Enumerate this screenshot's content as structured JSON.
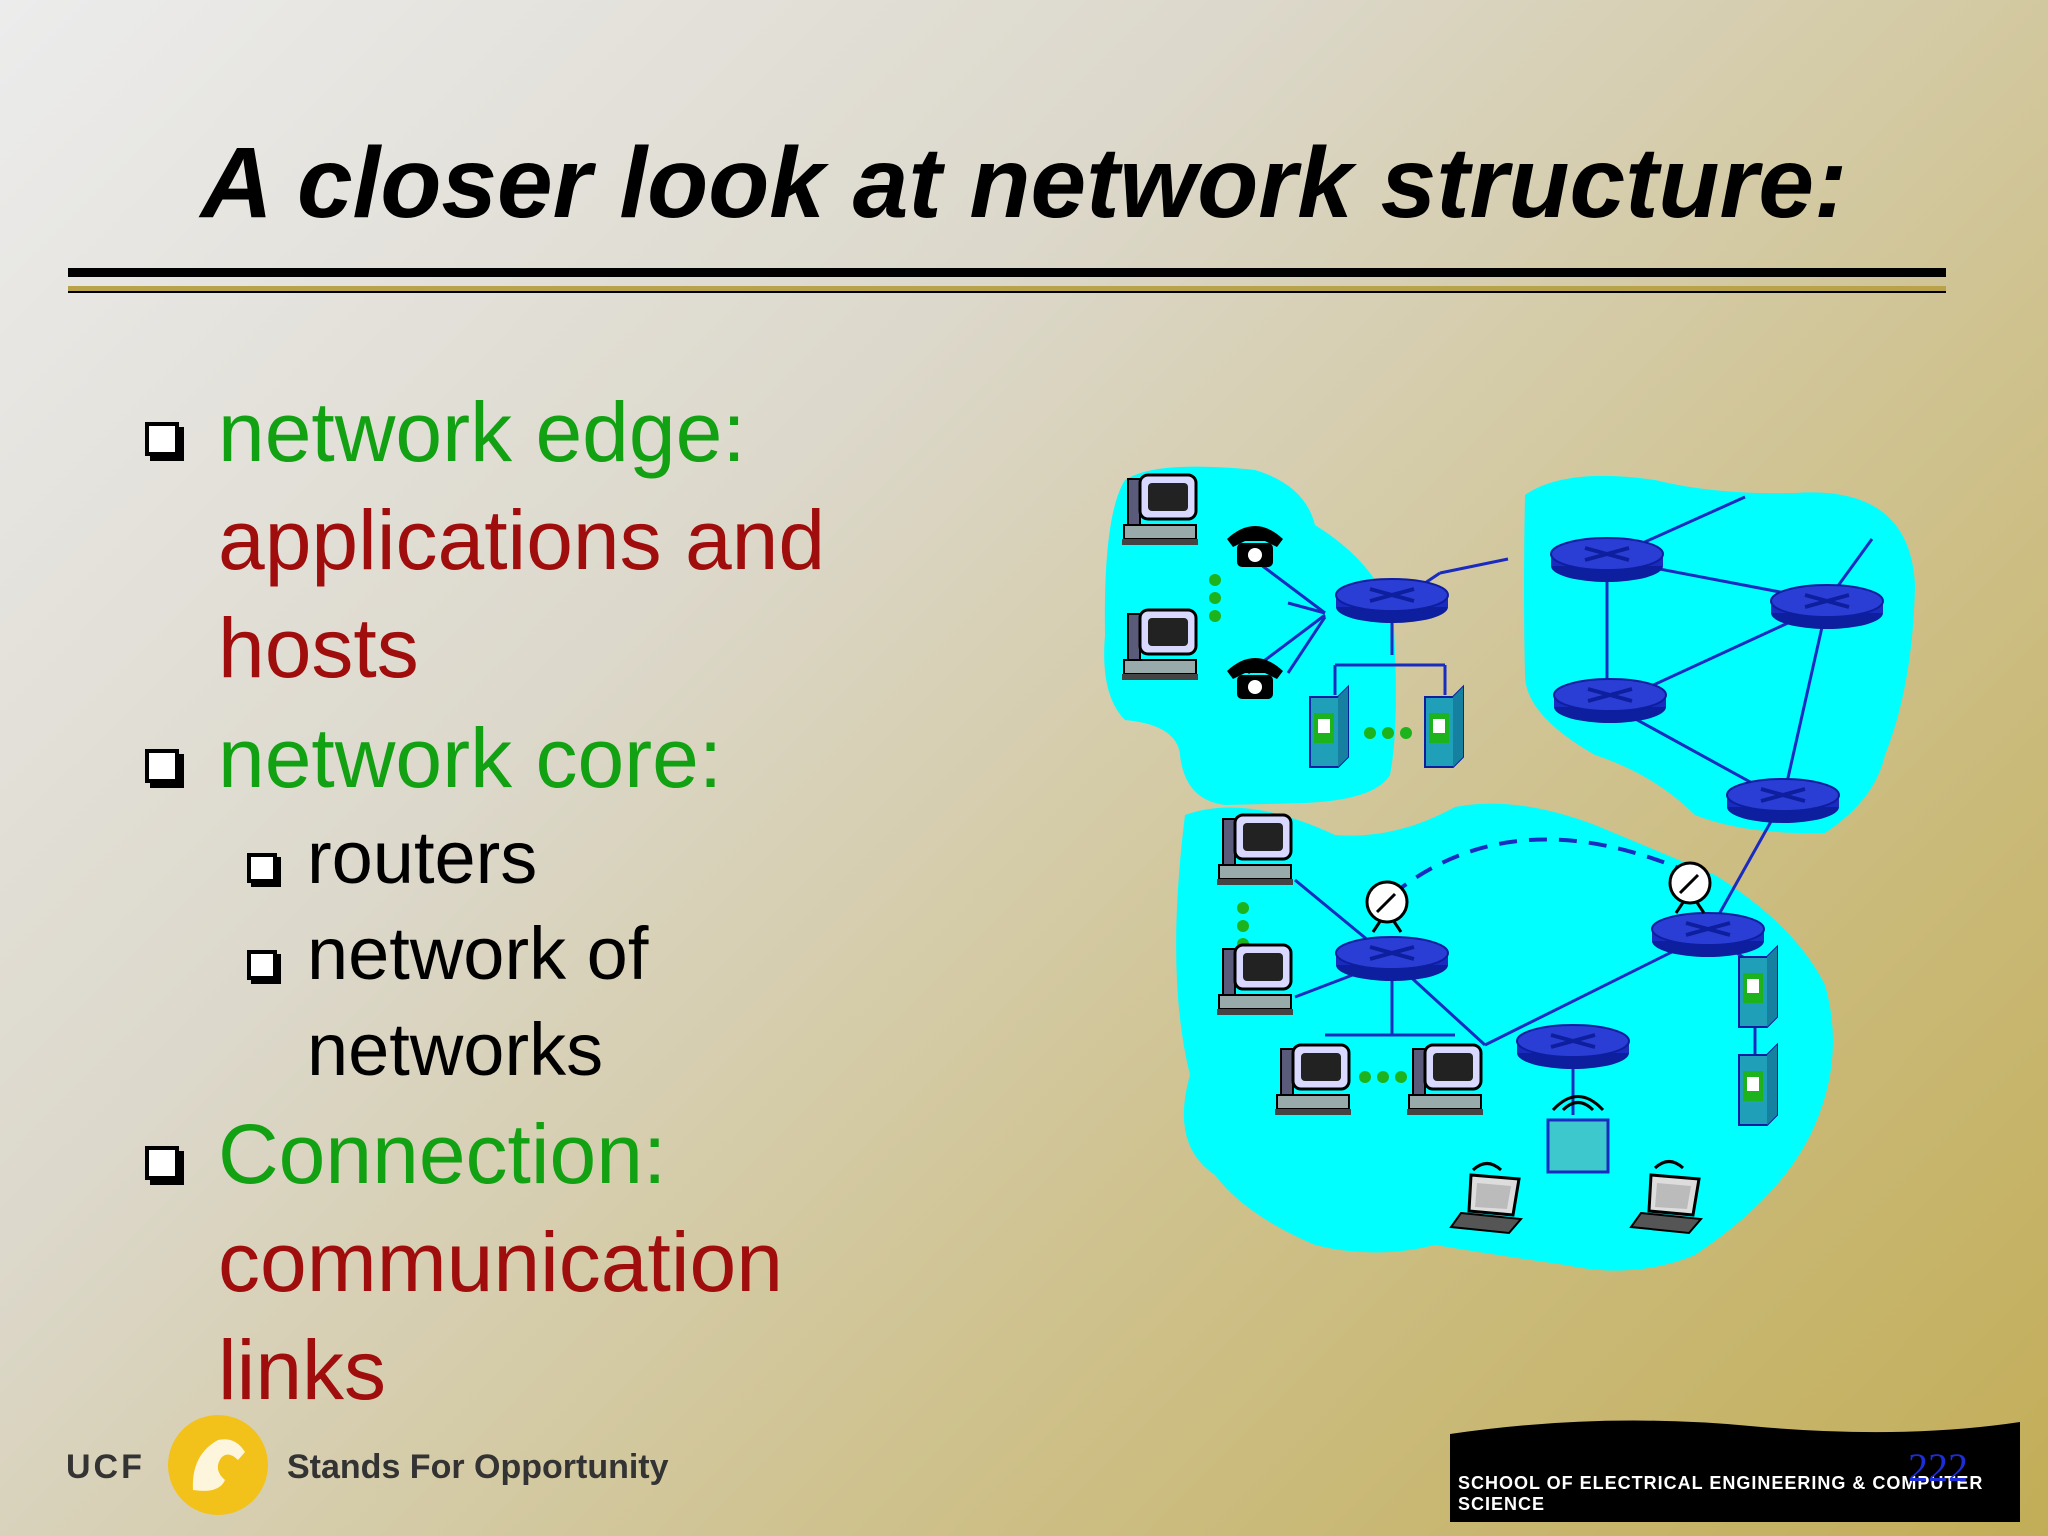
{
  "slide": {
    "title": "A closer look at network structure:",
    "bullets": [
      {
        "lines": [
          {
            "text": "network edge:",
            "color": "green"
          },
          {
            "text": "applications and",
            "color": "red"
          },
          {
            "text": "hosts",
            "color": "red"
          }
        ]
      },
      {
        "lines": [
          {
            "text": "network core:",
            "color": "green"
          }
        ],
        "subs": [
          {
            "lines": [
              "routers"
            ]
          },
          {
            "lines": [
              "network of",
              "networks"
            ]
          }
        ]
      },
      {
        "lines": [
          {
            "text": "Connection:",
            "color": "green"
          },
          {
            "text": "communication",
            "color": "red"
          },
          {
            "text": "links",
            "color": "red"
          }
        ]
      }
    ]
  },
  "footer": {
    "org": "UCF",
    "tagline": "Stands For Opportunity",
    "school": "SCHOOL OF ELECTRICAL ENGINEERING & COMPUTER SCIENCE",
    "page_number": "222"
  },
  "colors": {
    "green": "#12a112",
    "red": "#a00d0d",
    "cloud": "#00ffff",
    "router": "#1a2bc0",
    "server": "#1fa0b8"
  },
  "icons": [
    "desktop-icon",
    "telephone-icon",
    "router-icon",
    "server-icon",
    "satellite-dish-icon",
    "laptop-icon",
    "wireless-base-station-icon",
    "ucf-knight-logo"
  ]
}
